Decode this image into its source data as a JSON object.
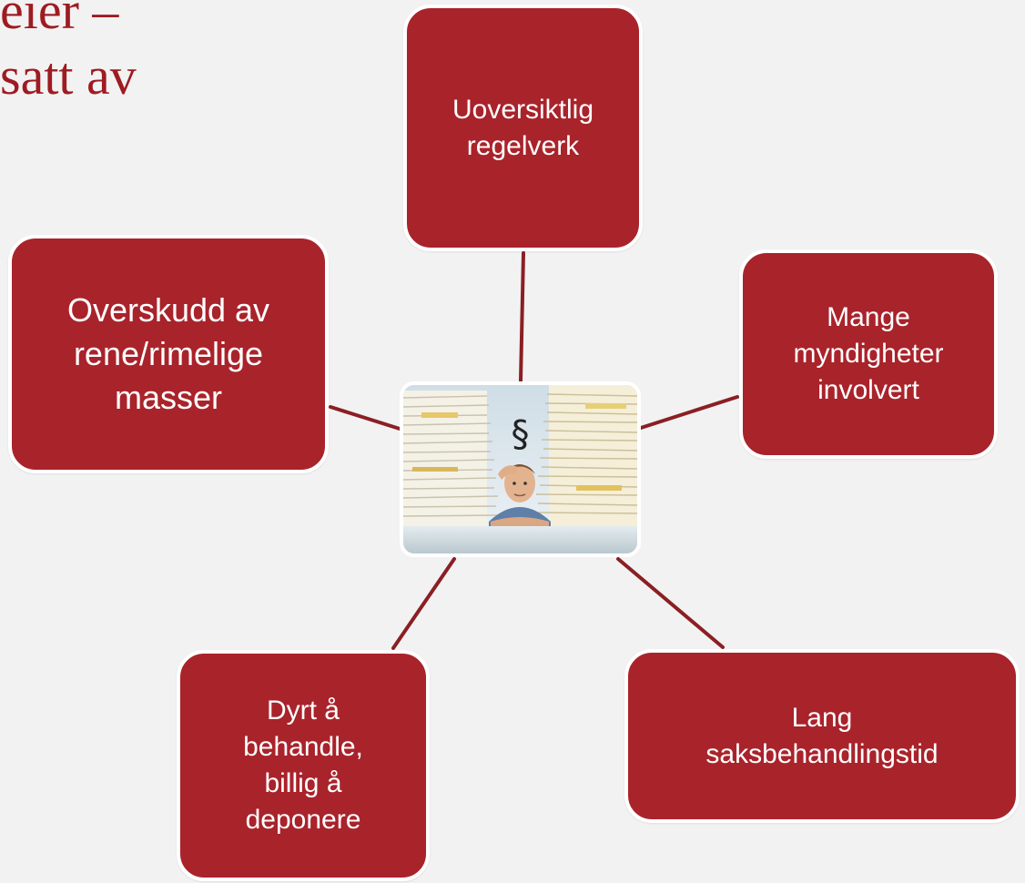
{
  "title_fragment": "eier –\nsatt av",
  "center": {
    "image": "stressed-man-paper-stacks",
    "symbol": "§"
  },
  "nodes": {
    "top": "Uoversiktlig\nregelverk",
    "left": "Overskudd av\nrene/rimelige\nmasser",
    "right": "Mange\nmyndigheter\ninvolvert",
    "bottom_left": "Dyrt å\nbehandle,\nbillig å\ndeponere",
    "bottom_right": "Lang\nsaksbehandlingstid"
  },
  "colors": {
    "background": "#f2f2f2",
    "node_fill": "#a9232b",
    "node_text": "#ffffff",
    "connector": "#8a1f24",
    "title": "#9e1b22"
  }
}
